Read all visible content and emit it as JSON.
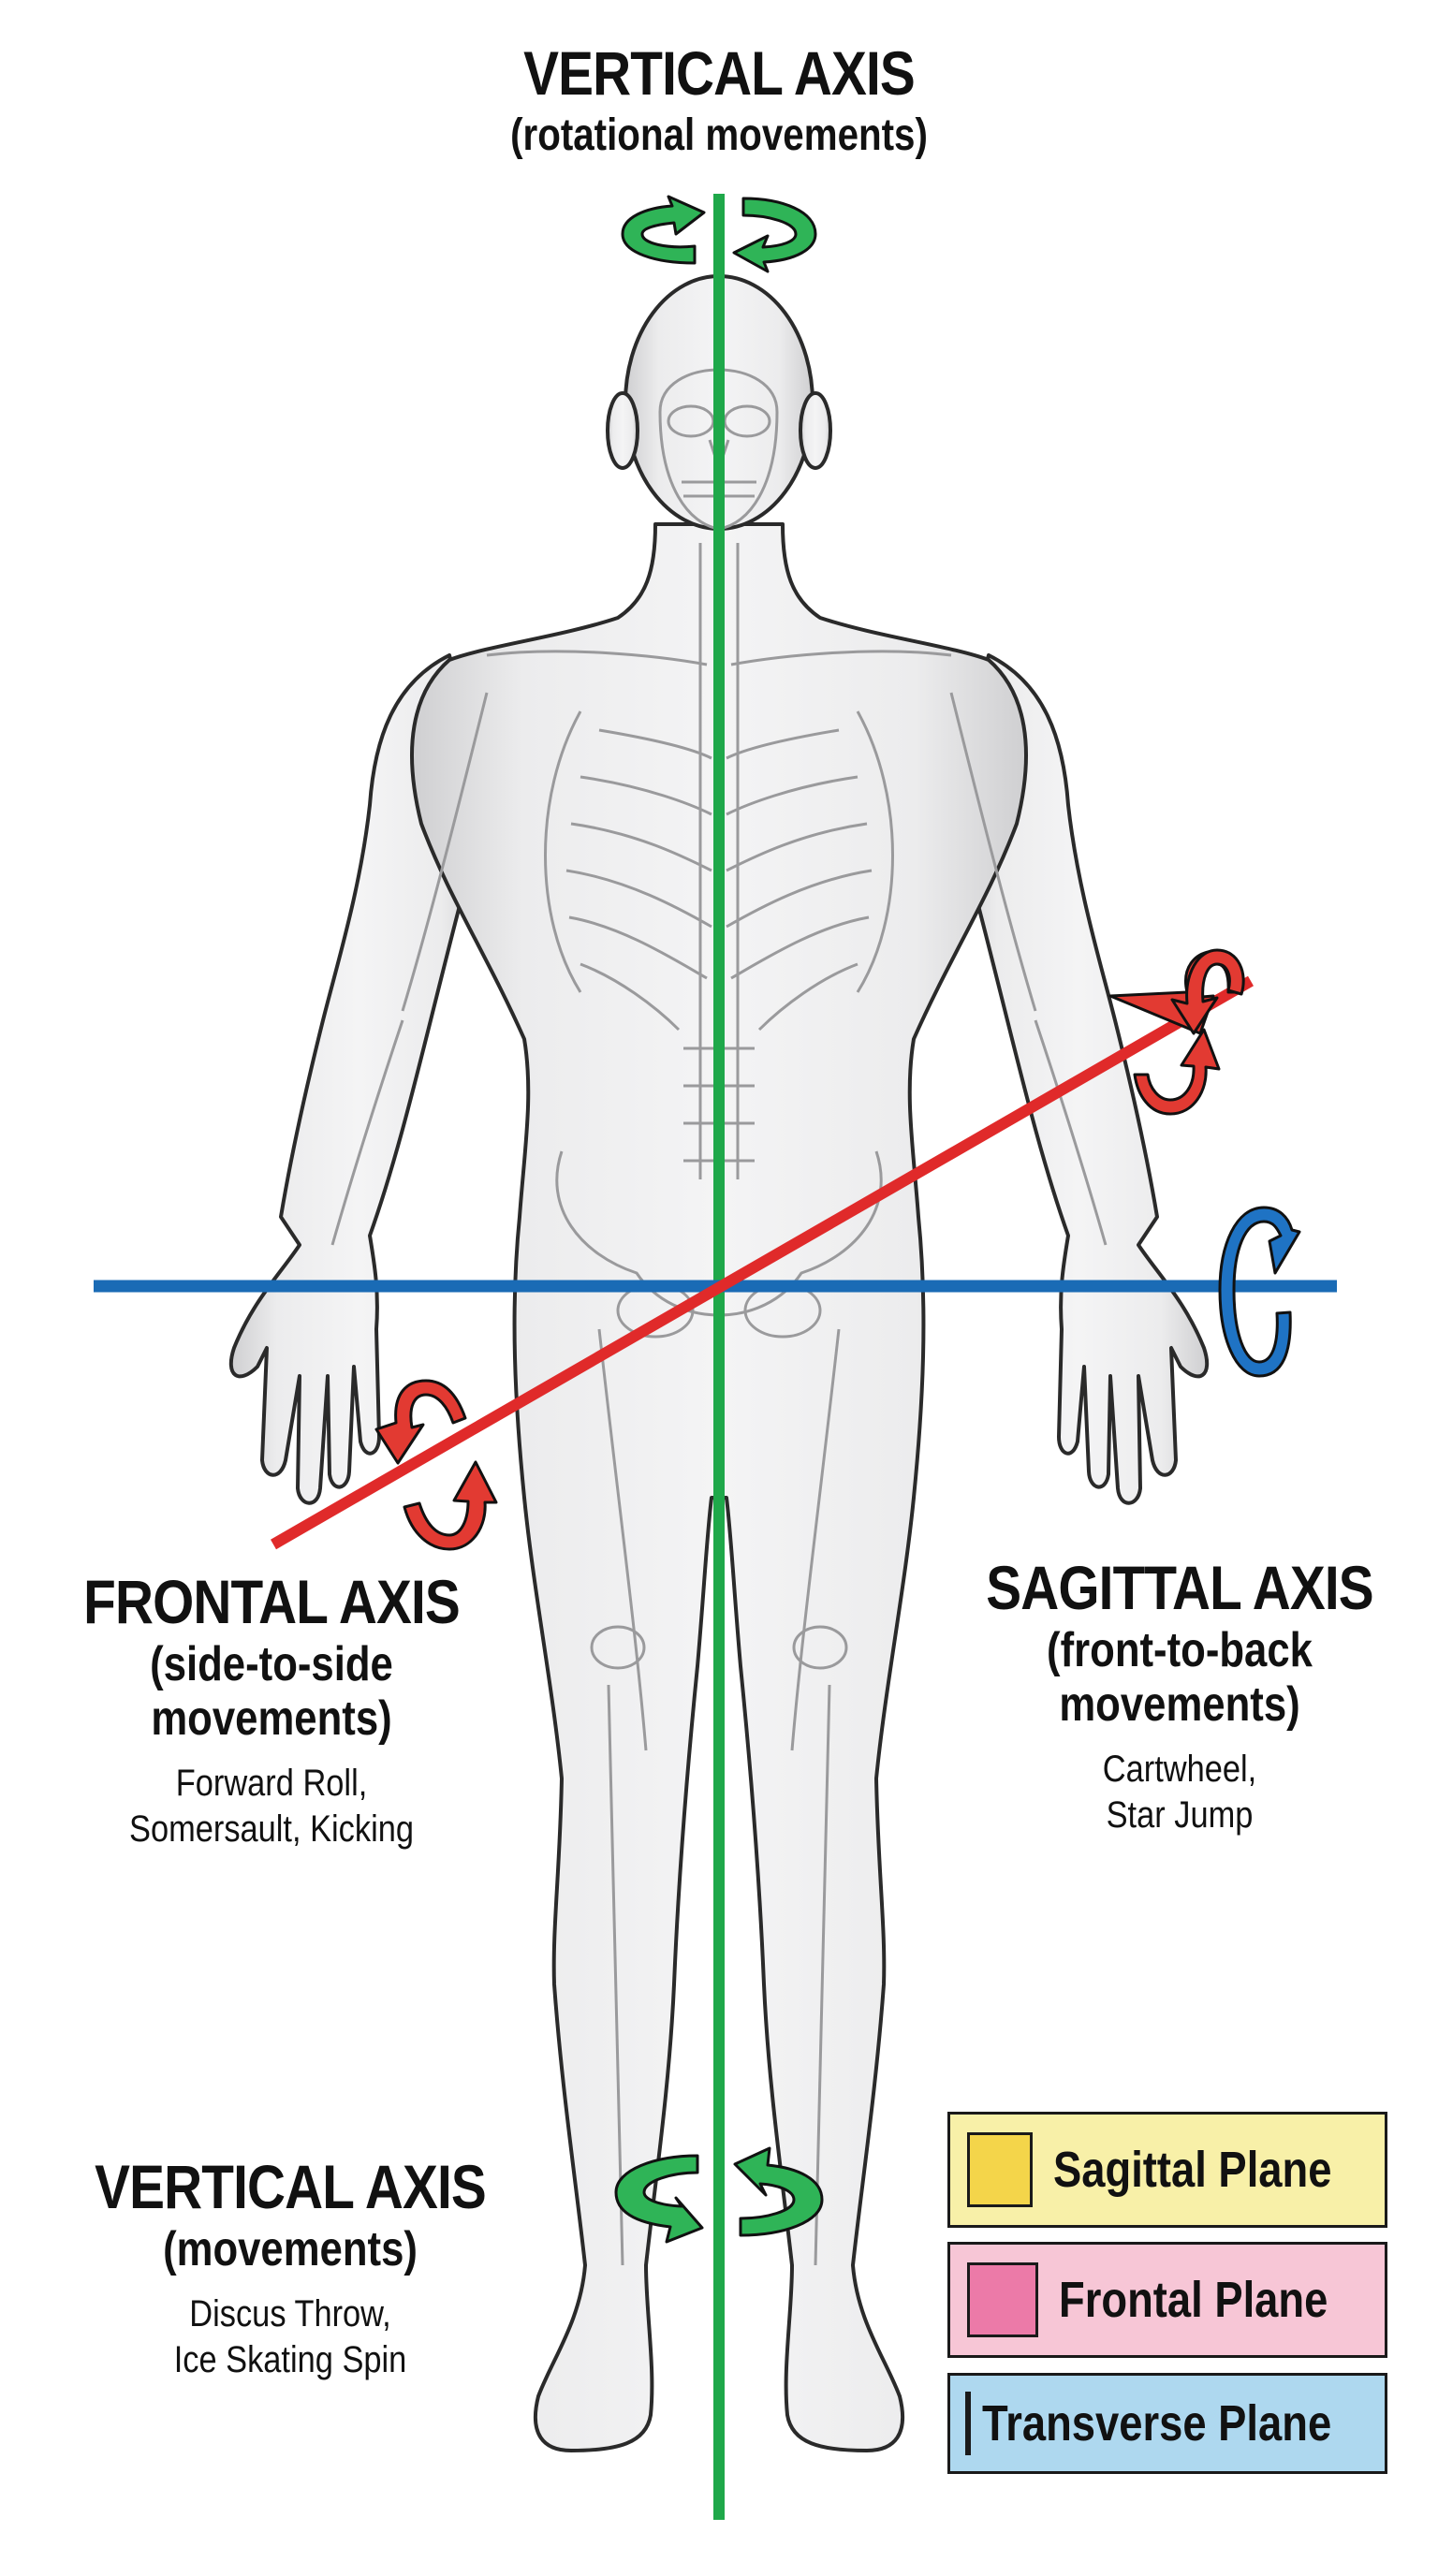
{
  "colors": {
    "vertical_axis": "#1fa84a",
    "frontal_axis": "#e02a2a",
    "sagittal_axis_transverse": "#1a6bb5",
    "body_fill": "#e9e9ea",
    "body_outline": "#2a2a2a"
  },
  "top_label": {
    "title": "VERTICAL AXIS",
    "subtitle": "(rotational movements)"
  },
  "frontal_label": {
    "title": "FRONTAL AXIS",
    "subtitle_line1": "(side-to-side",
    "subtitle_line2": "movements)",
    "examples_line1": "Forward Roll,",
    "examples_line2": "Somersault, Kicking"
  },
  "sagittal_label": {
    "title": "SAGITTAL AXIS",
    "subtitle_line1": "(front-to-back",
    "subtitle_line2": "movements)",
    "examples_line1": "Cartwheel,",
    "examples_line2": "Star Jump"
  },
  "bottom_vertical_label": {
    "title": "VERTICAL AXIS",
    "subtitle": "(movements)",
    "examples_line1": "Discus Throw,",
    "examples_line2": "Ice Skating Spin"
  },
  "legend": [
    {
      "label": "Sagittal Plane",
      "box_color": "#f8f0a8",
      "swatch_color": "#f4d54a"
    },
    {
      "label": "Frontal Plane",
      "box_color": "#f7c6d6",
      "swatch_color": "#ec7aa8"
    },
    {
      "label": "Transverse Plane",
      "box_color": "#aed8ef",
      "swatch_color": "#2a93d3"
    }
  ],
  "icons": {
    "vertical_rotation": "green-curved-arrows",
    "frontal_rotation": "red-curved-arrows",
    "transverse_rotation": "blue-circular-arrow"
  }
}
